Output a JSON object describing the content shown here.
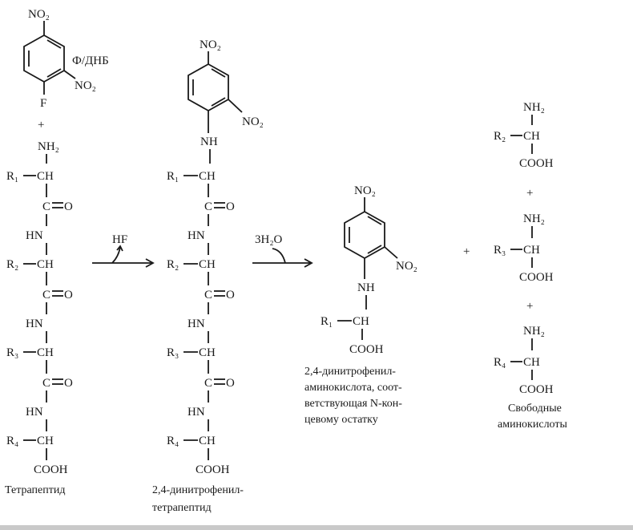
{
  "left_chain": {
    "reagent": {
      "no2_top": "NO₂",
      "no2_side": "NO₂",
      "f": "F",
      "name": "Ф/ДНБ"
    },
    "plus": "+",
    "nh2": "NH₂",
    "r1": "R₁",
    "r2": "R₂",
    "r3": "R₃",
    "r4": "R₄",
    "ch": "CH",
    "co": "C",
    "o": "O",
    "nh": "HN",
    "cooh": "COOH",
    "caption": "Тетрапептид"
  },
  "step1": {
    "label": "HF"
  },
  "middle_chain": {
    "no2_top": "NO₂",
    "no2_side": "NO₂",
    "nh": "NH",
    "r1": "R₁",
    "r2": "R₂",
    "r3": "R₃",
    "r4": "R₄",
    "ch": "CH",
    "co": "C",
    "o": "O",
    "hn": "HN",
    "cooh": "COOH",
    "caption_1": "2,4-динитрофенил-",
    "caption_2": "тетрапептид"
  },
  "step2": {
    "label": "3H₂O"
  },
  "product": {
    "no2_top": "NO₂",
    "no2_side": "NO₂",
    "nh": "NH",
    "r1": "R₁",
    "ch": "CH",
    "cooh": "COOH",
    "caption_1": "2,4-динитрофенил-",
    "caption_2": "аминокислота, соот-",
    "caption_3": "ветствующая N-кон-",
    "caption_4": "цевому остатку"
  },
  "plus_main": "+",
  "free_aa": {
    "nh2": "NH₂",
    "ch": "CH",
    "cooh": "COOH",
    "plus": "+",
    "r2": "R₂",
    "r3": "R₃",
    "r4": "R₄",
    "caption_1": "Свободные",
    "caption_2": "аминокислоты"
  }
}
